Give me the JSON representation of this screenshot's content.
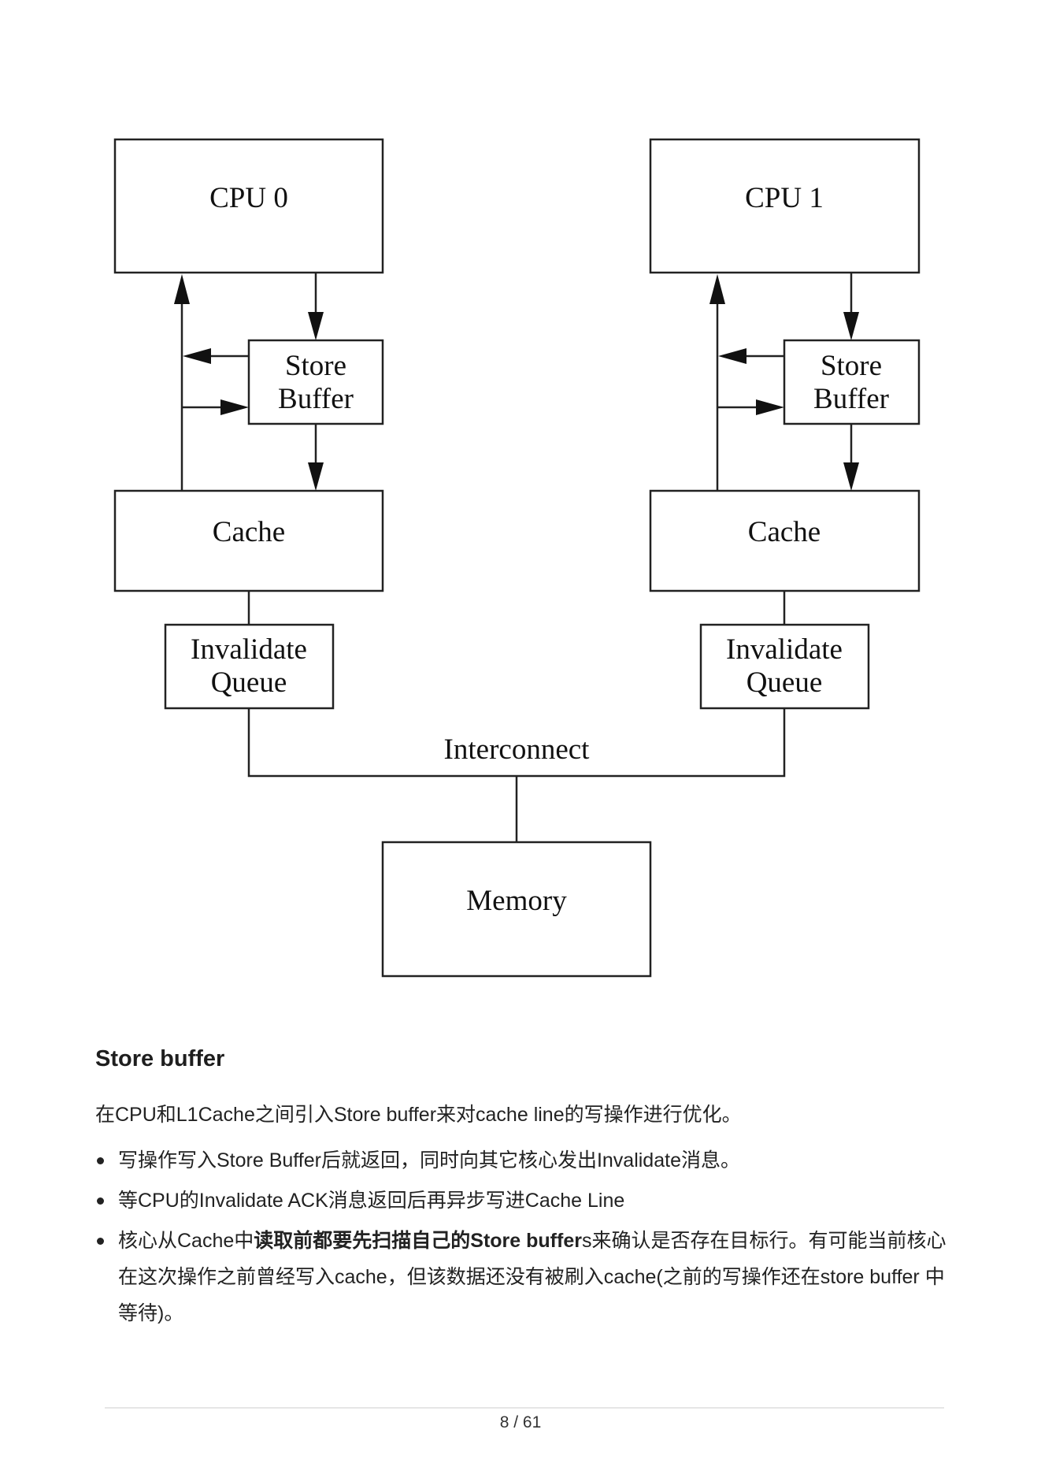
{
  "diagram": {
    "cpu0": "CPU 0",
    "cpu1": "CPU 1",
    "store_buffer_line1": "Store",
    "store_buffer_line2": "Buffer",
    "cache": "Cache",
    "invalidate_queue_line1": "Invalidate",
    "invalidate_queue_line2": "Queue",
    "interconnect": "Interconnect",
    "memory": "Memory"
  },
  "section": {
    "title": "Store buffer",
    "intro": "在CPU和L1Cache之间引入Store buffer来对cache line的写操作进行优化。",
    "bullets": [
      {
        "text": "写操作写入Store Buffer后就返回，同时向其它核心发出Invalidate消息。"
      },
      {
        "text": "等CPU的Invalidate ACK消息返回后再异步写进Cache Line"
      },
      {
        "prefix": "核心从Cache中",
        "bold": "读取前都要先扫描自己的Store buffer",
        "suffix": "s来确认是否存在目标行。有可能当前核心在这次操作之前曾经写入cache，但该数据还没有被刷入cache(之前的写操作还在store buffer 中等待)。"
      }
    ]
  },
  "footer": {
    "page": "8 / 61"
  }
}
